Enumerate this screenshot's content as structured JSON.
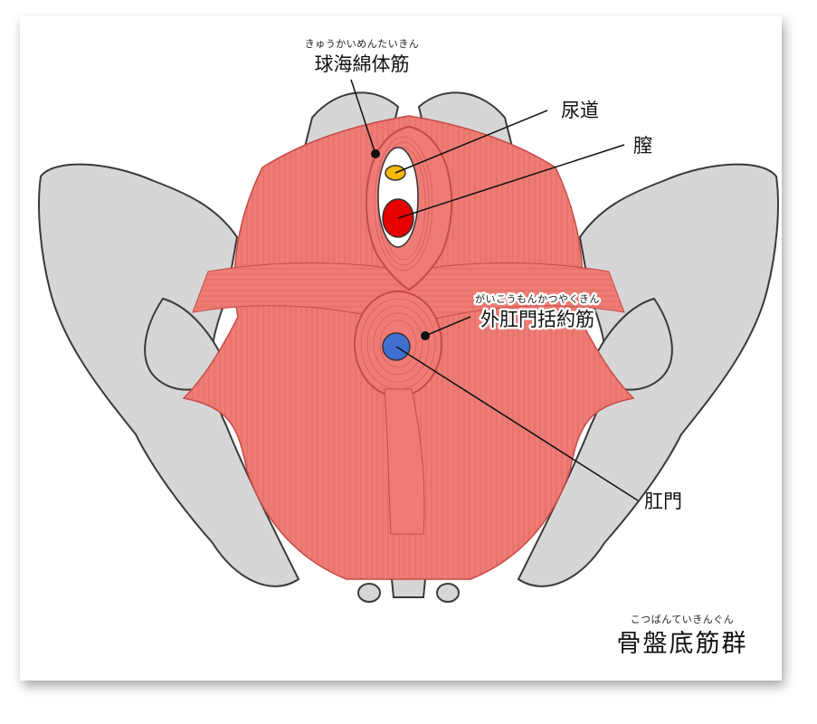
{
  "labels": {
    "bulbospongiosus": {
      "ruby": "きゅうかいめんたいきん",
      "text": "球海綿体筋"
    },
    "urethra": {
      "text": "尿道"
    },
    "vagina": {
      "text": "膣"
    },
    "external_anal_sphincter": {
      "ruby": "がいこうもんかつやくきん",
      "text": "外肛門括約筋"
    },
    "anus": {
      "text": "肛門"
    },
    "title": {
      "ruby": "こつばんていきんぐん",
      "text": "骨盤底筋群"
    }
  },
  "colors": {
    "muscle": "#ee7c75",
    "muscle_dark": "#c94a46",
    "bone": "#d6d6d6",
    "bone_outline": "#3a3a3a",
    "urethra": "#f6b800",
    "vagina": "#e60000",
    "anus": "#3f6fcf"
  }
}
